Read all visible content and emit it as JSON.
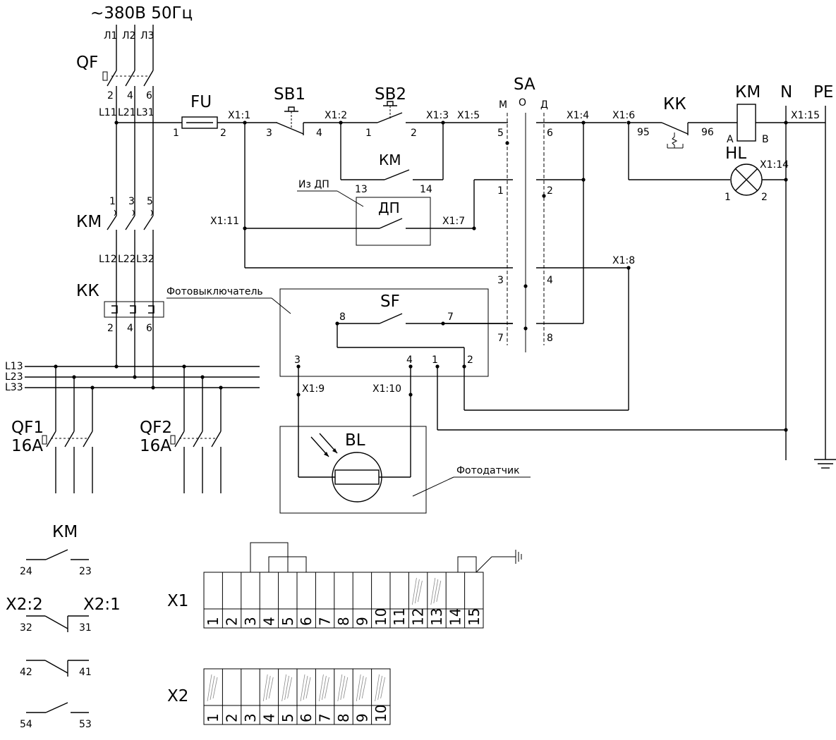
{
  "supply": {
    "label": "~380В 50Гц",
    "phases": [
      "Л1",
      "Л2",
      "Л3"
    ]
  },
  "qf": {
    "label": "QF",
    "terminals": [
      "2",
      "4",
      "6"
    ],
    "outs": [
      "L11",
      "L21",
      "L31"
    ]
  },
  "fu": {
    "label": "FU",
    "t1": "1",
    "t2": "2"
  },
  "sb1": {
    "label": "SB1",
    "t1": "3",
    "t2": "4"
  },
  "sb2": {
    "label": "SB2",
    "t1": "1",
    "t2": "2"
  },
  "sa": {
    "label": "SA",
    "positions": [
      "М",
      "О",
      "Д"
    ],
    "contacts": [
      "5",
      "6",
      "1",
      "2",
      "3",
      "4",
      "7",
      "8"
    ]
  },
  "kk_right": {
    "label": "КК",
    "t1": "95",
    "t2": "96"
  },
  "km_coil": {
    "label": "КМ",
    "a": "А",
    "b": "В"
  },
  "n": {
    "label": "N"
  },
  "pe": {
    "label": "PE"
  },
  "hl": {
    "label": "HL",
    "t1": "1",
    "t2": "2"
  },
  "km_contact": {
    "label": "КМ",
    "t1": "13",
    "t2": "14"
  },
  "dp": {
    "label": "ДП",
    "note": "Из ДП"
  },
  "km_main": {
    "label": "КМ",
    "terminals": [
      "1",
      "3",
      "5"
    ],
    "outs": [
      "L12",
      "L22",
      "L32"
    ]
  },
  "kk_main": {
    "label": "КК",
    "terminals": [
      "2",
      "4",
      "6"
    ]
  },
  "bus": [
    "L13",
    "L23",
    "L33"
  ],
  "qf1": {
    "label": "QF1",
    "rating": "16A"
  },
  "qf2": {
    "label": "QF2",
    "rating": "16A"
  },
  "sf": {
    "title": "Фотовыключатель",
    "label": "SF",
    "terminals": [
      "8",
      "7",
      "3",
      "4",
      "1",
      "2"
    ]
  },
  "bl": {
    "label": "BL",
    "title": "Фотодатчик"
  },
  "x1": {
    "label": "X1",
    "numbers": [
      "1",
      "2",
      "3",
      "4",
      "5",
      "6",
      "7",
      "8",
      "9",
      "10",
      "11",
      "12",
      "13",
      "14",
      "15"
    ],
    "p1": "X1:1",
    "p2": "X1:2",
    "p3": "X1:3",
    "p5": "X1:5",
    "p4": "X1:4",
    "p6": "X1:6",
    "p15": "X1:15",
    "p14": "X1:14",
    "p11": "X1:11",
    "p7": "X1:7",
    "p8": "X1:8",
    "p9": "X1:9",
    "p10": "X1:10"
  },
  "x2": {
    "label": "X2",
    "numbers": [
      "1",
      "2",
      "3",
      "4",
      "5",
      "6",
      "7",
      "8",
      "9",
      "10"
    ],
    "p2": "X2:2",
    "p1": "X2:1"
  },
  "km_aux": {
    "label": "КМ",
    "pairs": [
      [
        "24",
        "23"
      ],
      [
        "32",
        "31"
      ],
      [
        "42",
        "41"
      ],
      [
        "54",
        "53"
      ]
    ]
  }
}
